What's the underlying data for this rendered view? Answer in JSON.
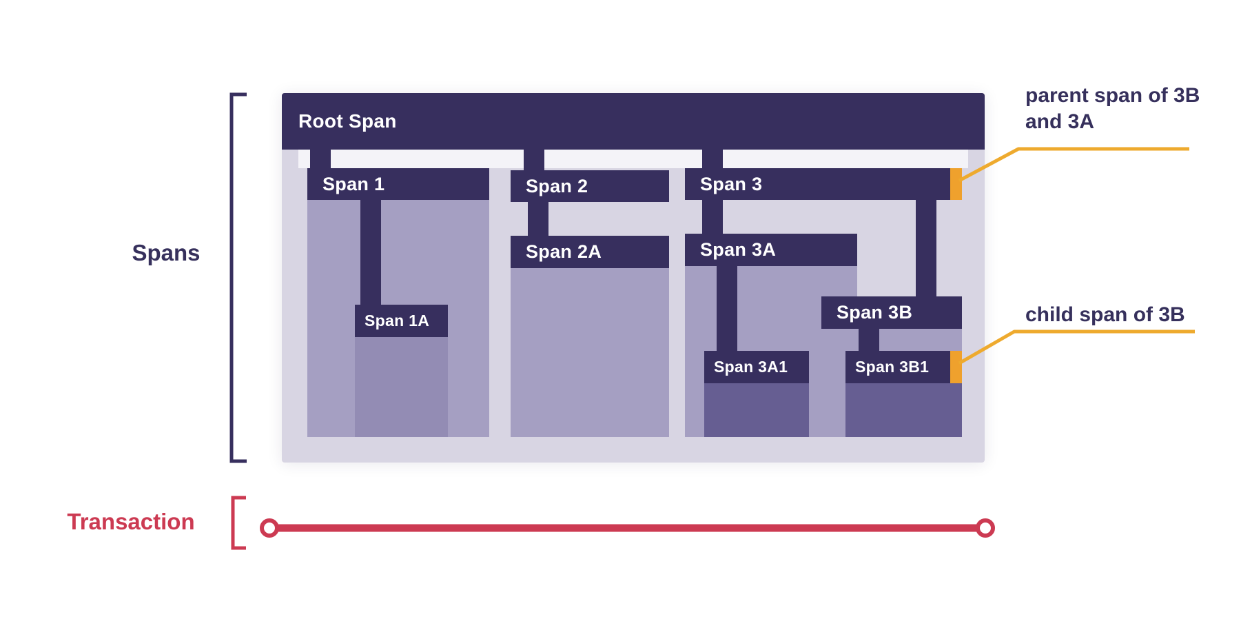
{
  "colors": {
    "dark_purple": "#372f5e",
    "container": "#d8d5e3",
    "band": "#f4f3f8",
    "body_medium": "#a59fc2",
    "body_medium_dark": "#938cb4",
    "body_dark": "#665e92",
    "orange": "#efa12d",
    "yellow": "#eeaa2e",
    "red": "#cc3a52",
    "text_dark": "#36305c"
  },
  "left_labels": {
    "spans": "Spans",
    "transaction": "Transaction"
  },
  "root_span": {
    "label": "Root Span"
  },
  "spans": {
    "span1": "Span 1",
    "span1a": "Span 1A",
    "span2": "Span 2",
    "span2a": "Span 2A",
    "span3": "Span 3",
    "span3a": "Span 3A",
    "span3a1": "Span 3A1",
    "span3b": "Span 3B",
    "span3b1": "Span 3B1"
  },
  "annotations": {
    "parent_span": "parent span of 3B and 3A",
    "child_span": "child span of 3B"
  }
}
